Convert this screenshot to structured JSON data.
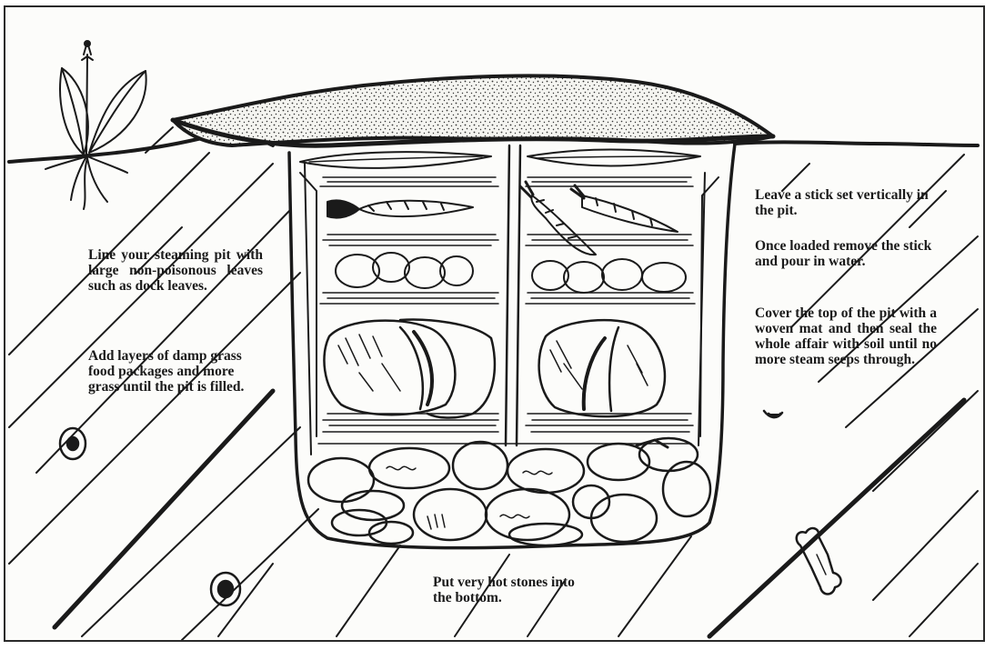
{
  "diagram": {
    "labels": {
      "left_1": "Line your steaming pit with large non-poisonous leaves such as dock leaves.",
      "left_2": "Add layers of damp grass food packages and more grass until the pit is filled.",
      "right_1": "Leave a stick set vertically in the pit.",
      "right_2": "Once loaded remove the stick and pour in water.",
      "right_3": "Cover the top of the pit with a woven mat and then seal the whole affair with soil until no more steam seeps through.",
      "bottom": "Put very hot stones into the bottom."
    }
  },
  "colors": {
    "ink": "#1a1a1a",
    "paper": "#fcfcfa",
    "soil": "#6b6b6b"
  }
}
